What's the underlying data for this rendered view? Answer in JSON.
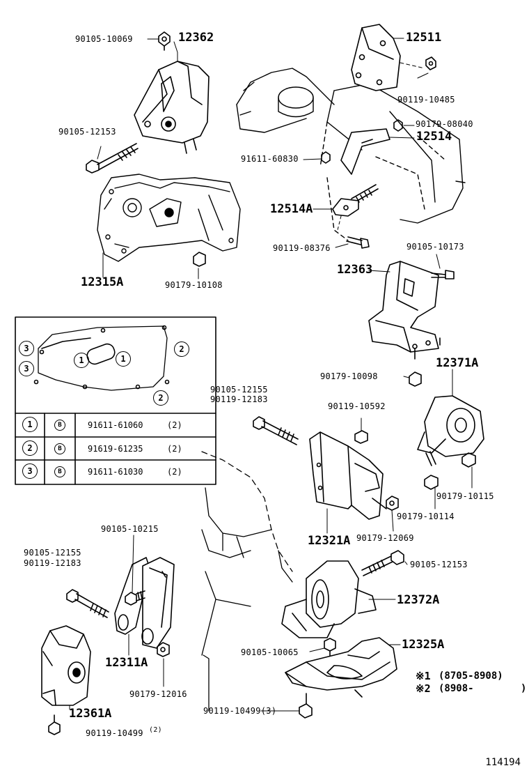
{
  "parts": {
    "p90105_10069": "90105-10069",
    "p12362": "12362",
    "p12511": "12511",
    "p90119_10485": "90119-10485",
    "p90179_08040": "90179-08040",
    "p12514": "12514",
    "p90105_12153_top": "90105-12153",
    "p91611_60830": "91611-60830",
    "p12514A": "12514A",
    "p90119_08376": "90119-08376",
    "p90105_10173": "90105-10173",
    "p12315A": "12315A",
    "p90179_10108": "90179-10108",
    "p12363": "12363",
    "p90179_10098": "90179-10098",
    "p12371A": "12371A",
    "p90105_12155_mid": "90105-12155",
    "p90119_12183_mid": "90119-12183",
    "p90119_10592": "90119-10592",
    "p90179_10115": "90179-10115",
    "p90179_10114": "90179-10114",
    "p12321A": "12321A",
    "p90179_12069": "90179-12069",
    "p90105_10215": "90105-10215",
    "p90105_12155_low": "90105-12155",
    "p90119_12183_low": "90119-12183",
    "p90105_12153_low": "90105-12153",
    "p12372A": "12372A",
    "p12311A": "12311A",
    "p90105_10065": "90105-10065",
    "p12325A": "12325A",
    "p12361A": "12361A",
    "p90179_12016": "90179-12016",
    "p90119_10499_3": "90119-10499(3)",
    "p90119_10499_2": "90119-10499",
    "qty2": "(2)"
  },
  "notes": {
    "n1_mark": "※1",
    "n1_range": "(8705-8908)",
    "n2_mark": "※2",
    "n2_range": "(8908-        )"
  },
  "inset": {
    "circle_nums": [
      "3",
      "3",
      "1",
      "1",
      "2",
      "2"
    ],
    "rows": [
      {
        "num": "1",
        "sym": "B",
        "part": "91611-61060",
        "qty": "(2)"
      },
      {
        "num": "2",
        "sym": "B",
        "part": "91619-61235",
        "qty": "(2)"
      },
      {
        "num": "3",
        "sym": "B",
        "part": "91611-61030",
        "qty": "(2)"
      }
    ]
  },
  "figure_id": "114194"
}
